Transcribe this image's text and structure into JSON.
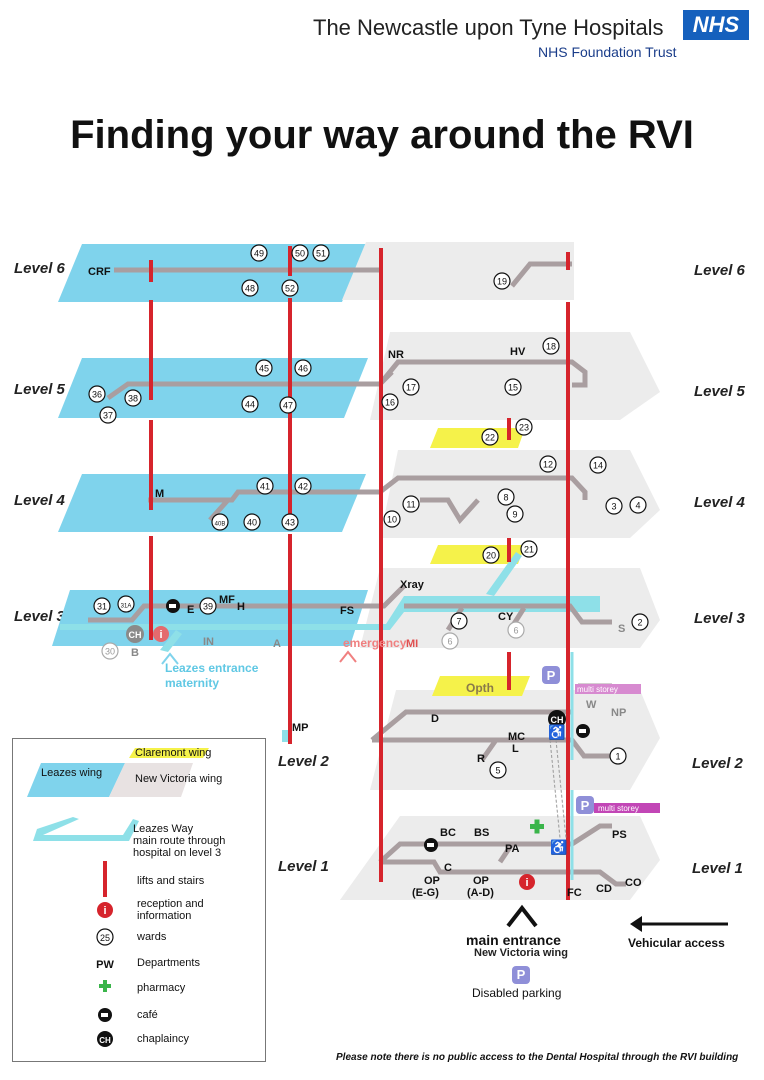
{
  "header": {
    "org_name": "The Newcastle upon Tyne Hospitals",
    "trust": "NHS Foundation Trust",
    "logo": "NHS"
  },
  "title": "Finding your way around the RVI",
  "levels": {
    "l6": "Level 6",
    "l5": "Level 5",
    "l4": "Level 4",
    "l3": "Level 3",
    "l2": "Level 2",
    "l1": "Level 1"
  },
  "map": {
    "departments": {
      "crf": "CRF",
      "nr": "NR",
      "hv": "HV",
      "m": "M",
      "xray": "Xray",
      "mf": "MF",
      "e": "E",
      "h": "H",
      "fs": "FS",
      "mi": "MI",
      "cy": "CY",
      "s": "S",
      "b": "B",
      "in": "IN",
      "a": "A",
      "opth": "Opth",
      "w": "W",
      "np": "NP",
      "d": "D",
      "mc": "MC",
      "l": "L",
      "r": "R",
      "mp": "MP",
      "bc": "BC",
      "bs": "BS",
      "ps": "PS",
      "pa": "PA",
      "c": "C",
      "op1": "OP",
      "op1r": "(E-G)",
      "op2": "OP",
      "op2r": "(A-D)",
      "fc": "FC",
      "cd": "CD",
      "co": "CO"
    },
    "wards": {
      "w49": "49",
      "w50": "50",
      "w51": "51",
      "w48": "48",
      "w52": "52",
      "w19": "19",
      "w18": "18",
      "w45": "45",
      "w46": "46",
      "w17": "17",
      "w15": "15",
      "w36": "36",
      "w38": "38",
      "w37": "37",
      "w44": "44",
      "w47": "47",
      "w16": "16",
      "w22": "22",
      "w23": "23",
      "w12": "12",
      "w14": "14",
      "w41": "41",
      "w42": "42",
      "w8": "8",
      "w11": "11",
      "w3": "3",
      "w4": "4",
      "w40b": "40B",
      "w40": "40",
      "w43": "43",
      "w10": "10",
      "w9": "9",
      "w20": "20",
      "w21": "21",
      "w31": "31",
      "w31a": "31A",
      "w39": "39",
      "w7": "7",
      "w2": "2",
      "w30": "30",
      "w6a": "6",
      "w6b": "6",
      "w1": "1",
      "w5": "5"
    },
    "labels": {
      "ch": "CH",
      "info": "i",
      "emergency": "emergency",
      "leazes_entrance": "Leazes entrance",
      "maternity": "maternity",
      "multi_storey": "multi storey",
      "parking": "P"
    },
    "colors": {
      "leazes_wing": "#7fd3ec",
      "claremont_wing": "#f5f24a",
      "new_victoria_wing": "#e8e2e2",
      "route_main": "#a99ea0",
      "leazes_way": "#8ee0e8",
      "lifts": "#d6242c",
      "reception": "#d6242c",
      "pharmacy": "#3ab54a",
      "parking": "#8f8fd8",
      "multi_storey": "#c246b6"
    }
  },
  "legend": {
    "claremont": "Claremont wing",
    "leazes": "Leazes wing",
    "new_victoria": "New Victoria wing",
    "leazes_way_1": "Leazes Way",
    "leazes_way_2": "main route through",
    "leazes_way_3": "hospital on level 3",
    "lifts": "lifts and stairs",
    "reception_1": "reception and",
    "reception_2": "information",
    "wards": "wards",
    "ward_sample": "25",
    "dept_sample": "PW",
    "departments": "Departments",
    "pharmacy": "pharmacy",
    "cafe": "café",
    "chaplaincy": "chaplaincy",
    "ch": "CH"
  },
  "entrance": {
    "main": "main entrance",
    "sub": "New Victoria wing",
    "disabled": "Disabled parking",
    "vehicular": "Vehicular access",
    "p": "P"
  },
  "footer": {
    "note": "Please note there is no public access to the Dental Hospital through the RVI building"
  }
}
